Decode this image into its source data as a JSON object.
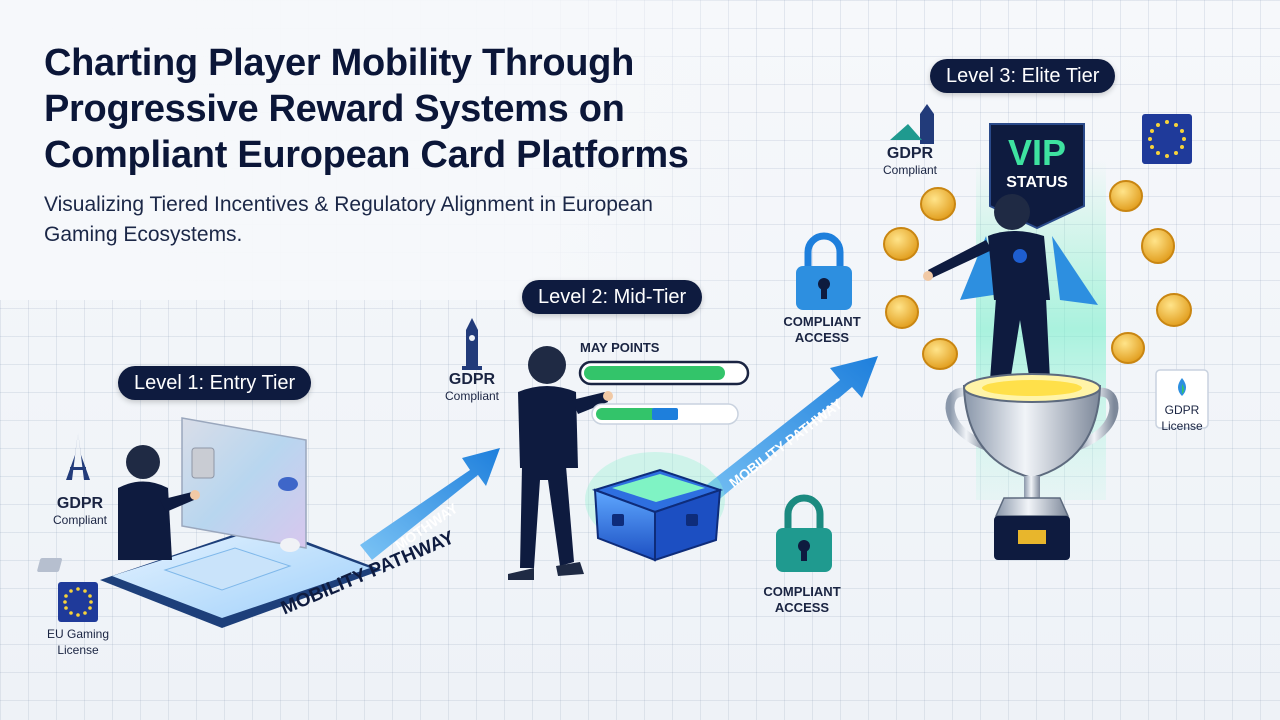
{
  "header": {
    "title": "Charting Player Mobility Through Progressive Reward Systems on Compliant European Card Platforms",
    "subtitle": "Visualizing Tiered Incentives & Regulatory Alignment in European Gaming Ecosystems."
  },
  "levels": [
    {
      "label": "Level 1: Entry Tier"
    },
    {
      "label": "Level 2: Mid-Tier"
    },
    {
      "label": "Level 3: Elite Tier"
    }
  ],
  "badges": {
    "gdpr_1": {
      "title": "GDPR",
      "sub": "Compliant"
    },
    "eu_license": {
      "line1": "EU Gaming",
      "line2": "License"
    },
    "gdpr_2": {
      "title": "GDPR",
      "sub": "Compliant"
    },
    "gdpr_3": {
      "title": "GDPR",
      "sub": "Compliant"
    },
    "gdpr_license": {
      "title": "GDPR",
      "sub": "License"
    }
  },
  "access": [
    {
      "line1": "COMPLIANT",
      "line2": "ACCESS"
    },
    {
      "line1": "COMPLIANT",
      "line2": "ACCESS"
    }
  ],
  "pathways": {
    "lower": "MOBILITY PATHWAY",
    "arrow1": "MOTHWAY",
    "arrow2": "MOBILITY PATHWAY"
  },
  "points": {
    "label": "MAY POINTS",
    "bar1_progress": 0.88,
    "bar2_progress": 0.45
  },
  "vip": {
    "title": "VIP",
    "status": "STATUS"
  },
  "colors": {
    "navy": "#0e1b3f",
    "accent_blue": "#2d8fe0",
    "progress_green": "#33c46a",
    "lock_teal": "#1f9a8f",
    "gold": "#f2b531",
    "eu_blue": "#1f3a9a"
  }
}
